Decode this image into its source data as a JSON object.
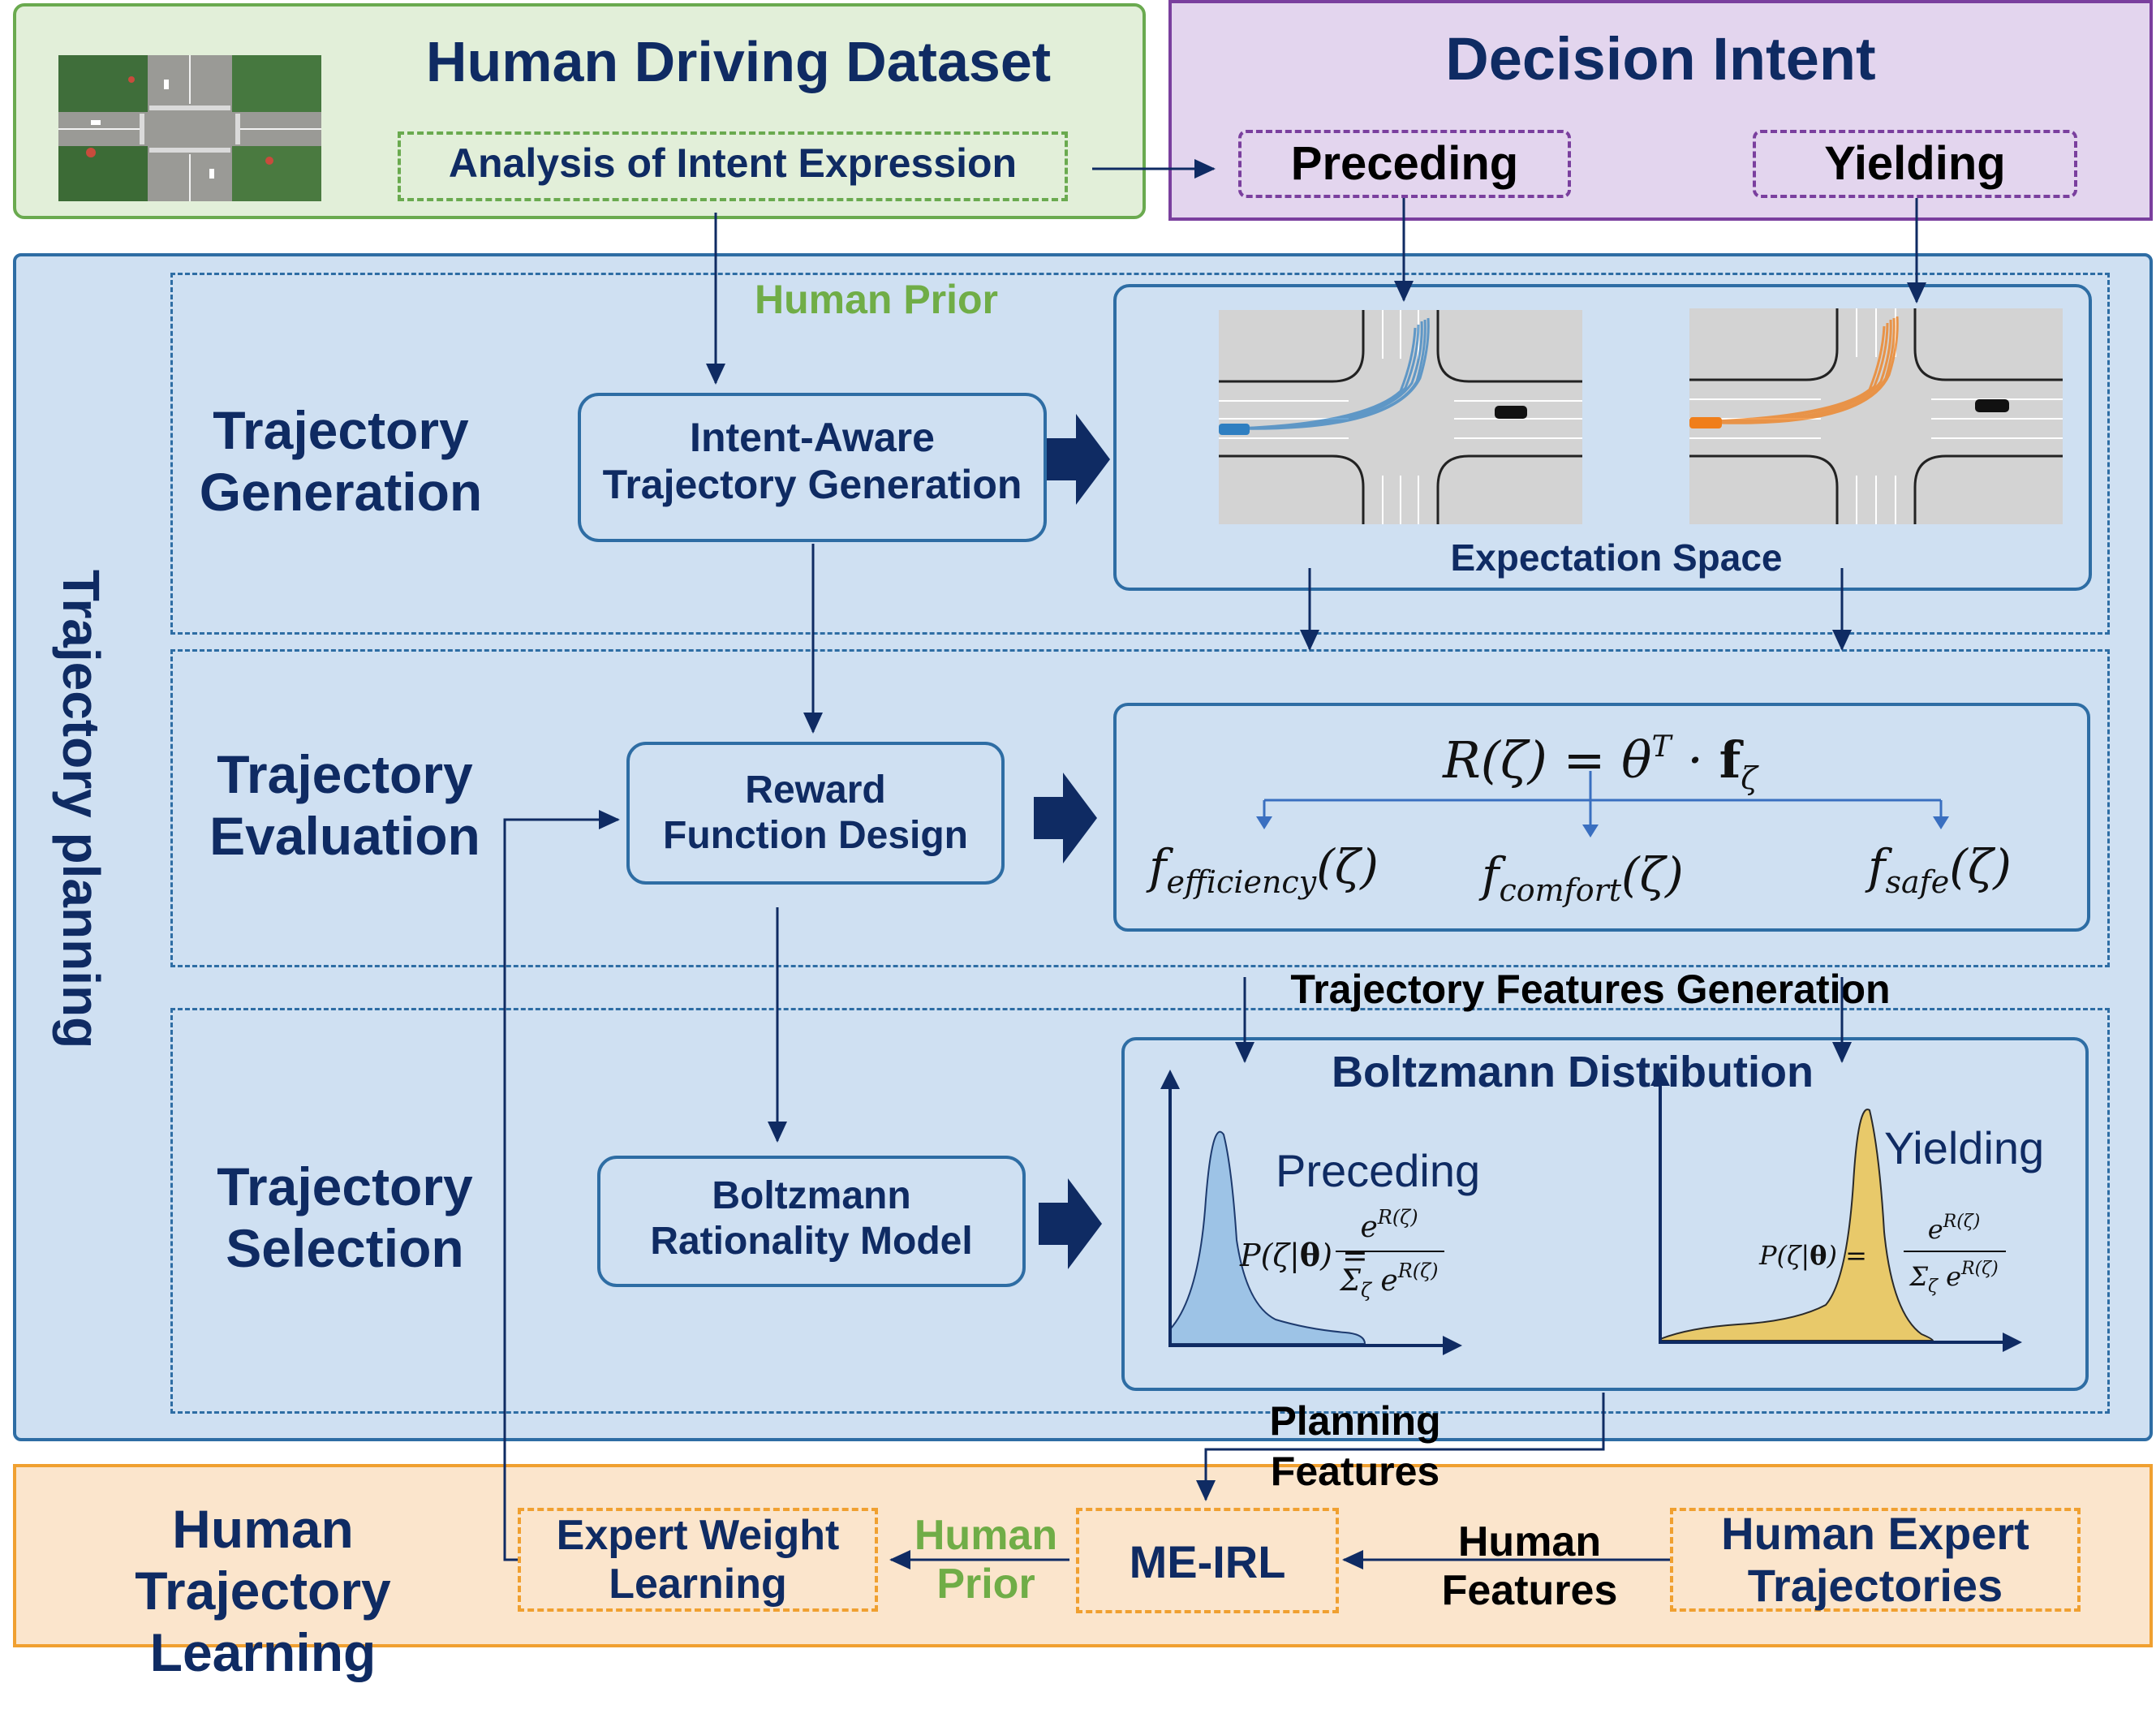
{
  "dataset": {
    "title": "Human Driving Dataset",
    "analysis": "Analysis of Intent Expression"
  },
  "intent": {
    "title": "Decision Intent",
    "preceding": "Preceding",
    "yielding": "Yielding"
  },
  "planning": {
    "side_label": "Trajectory planning",
    "human_prior": "Human Prior",
    "generation": {
      "title_line1": "Trajectory",
      "title_line2": "Generation",
      "box_line1": "Intent-Aware",
      "box_line2": "Trajectory Generation",
      "expectation_space": "Expectation Space"
    },
    "evaluation": {
      "title_line1": "Trajectory",
      "title_line2": "Evaluation",
      "box_line1": "Reward",
      "box_line2": "Function Design",
      "reward_formula": "R(ζ) = θᵀ · f_ζ",
      "features": [
        "f_efficiency(ζ)",
        "f_comfort(ζ)",
        "f_safe(ζ)"
      ],
      "features_generation": "Trajectory Features Generation"
    },
    "selection": {
      "title_line1": "Trajectory",
      "title_line2": "Selection",
      "box_line1": "Boltzmann",
      "box_line2": "Rationality Model",
      "distribution_title": "Boltzmann Distribution",
      "preceding_label": "Preceding",
      "yielding_label": "Yielding",
      "formula": "P(ζ|θ) = e^R(ζ) / Σ_ζ e^R(ζ)"
    }
  },
  "learning": {
    "title_line1": "Human",
    "title_line2": "Trajectory",
    "title_line3": "Learning",
    "expert_weight_line1": "Expert Weight",
    "expert_weight_line2": "Learning",
    "human_prior_line1": "Human",
    "human_prior_line2": "Prior",
    "meirl": "ME-IRL",
    "human_features_line1": "Human",
    "human_features_line2": "Features",
    "expert_traj_line1": "Human Expert",
    "expert_traj_line2": "Trajectories",
    "planning_features_line1": "Planning",
    "planning_features_line2": "Features"
  },
  "colors": {
    "green_panel": "#e2efd9",
    "green_border": "#6aaa4f",
    "purple_panel": "#e3d5ee",
    "purple_border": "#7a3f9e",
    "blue_panel": "#cfe0f2",
    "blue_border": "#2e6da4",
    "orange_panel": "#fbe5cc",
    "orange_border": "#f0a030",
    "navy": "#0f2b63",
    "prior_green": "#70ad47",
    "preceding_curve": "#9dc3e6",
    "yielding_curve": "#e8c96a",
    "traj_blue": "#2f7fc1",
    "traj_orange": "#f07e1a"
  }
}
